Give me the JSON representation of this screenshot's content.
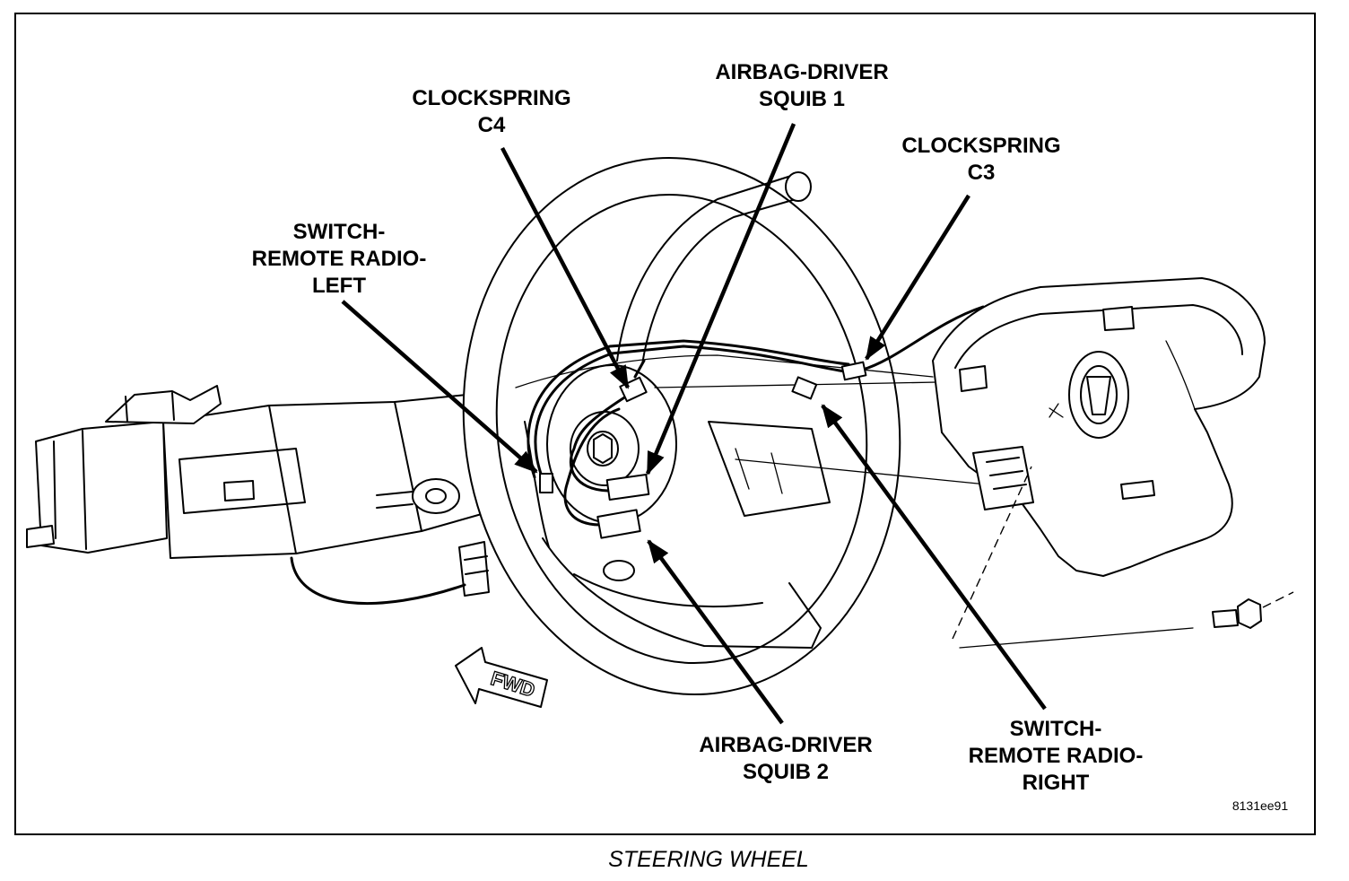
{
  "diagram": {
    "caption": "STEERING WHEEL",
    "figure_id": "8131ee91",
    "fwd_label": "FWD"
  },
  "callouts": {
    "clockspring_c4": {
      "line1": "CLOCKSPRING",
      "line2": "C4"
    },
    "airbag_squib_1": {
      "line1": "AIRBAG-DRIVER",
      "line2": "SQUIB 1"
    },
    "clockspring_c3": {
      "line1": "CLOCKSPRING",
      "line2": "C3"
    },
    "switch_left": {
      "line1": "SWITCH-",
      "line2": "REMOTE RADIO-",
      "line3": "LEFT"
    },
    "airbag_squib_2": {
      "line1": "AIRBAG-DRIVER",
      "line2": "SQUIB 2"
    },
    "switch_right": {
      "line1": "SWITCH-",
      "line2": "REMOTE RADIO-",
      "line3": "RIGHT"
    }
  }
}
